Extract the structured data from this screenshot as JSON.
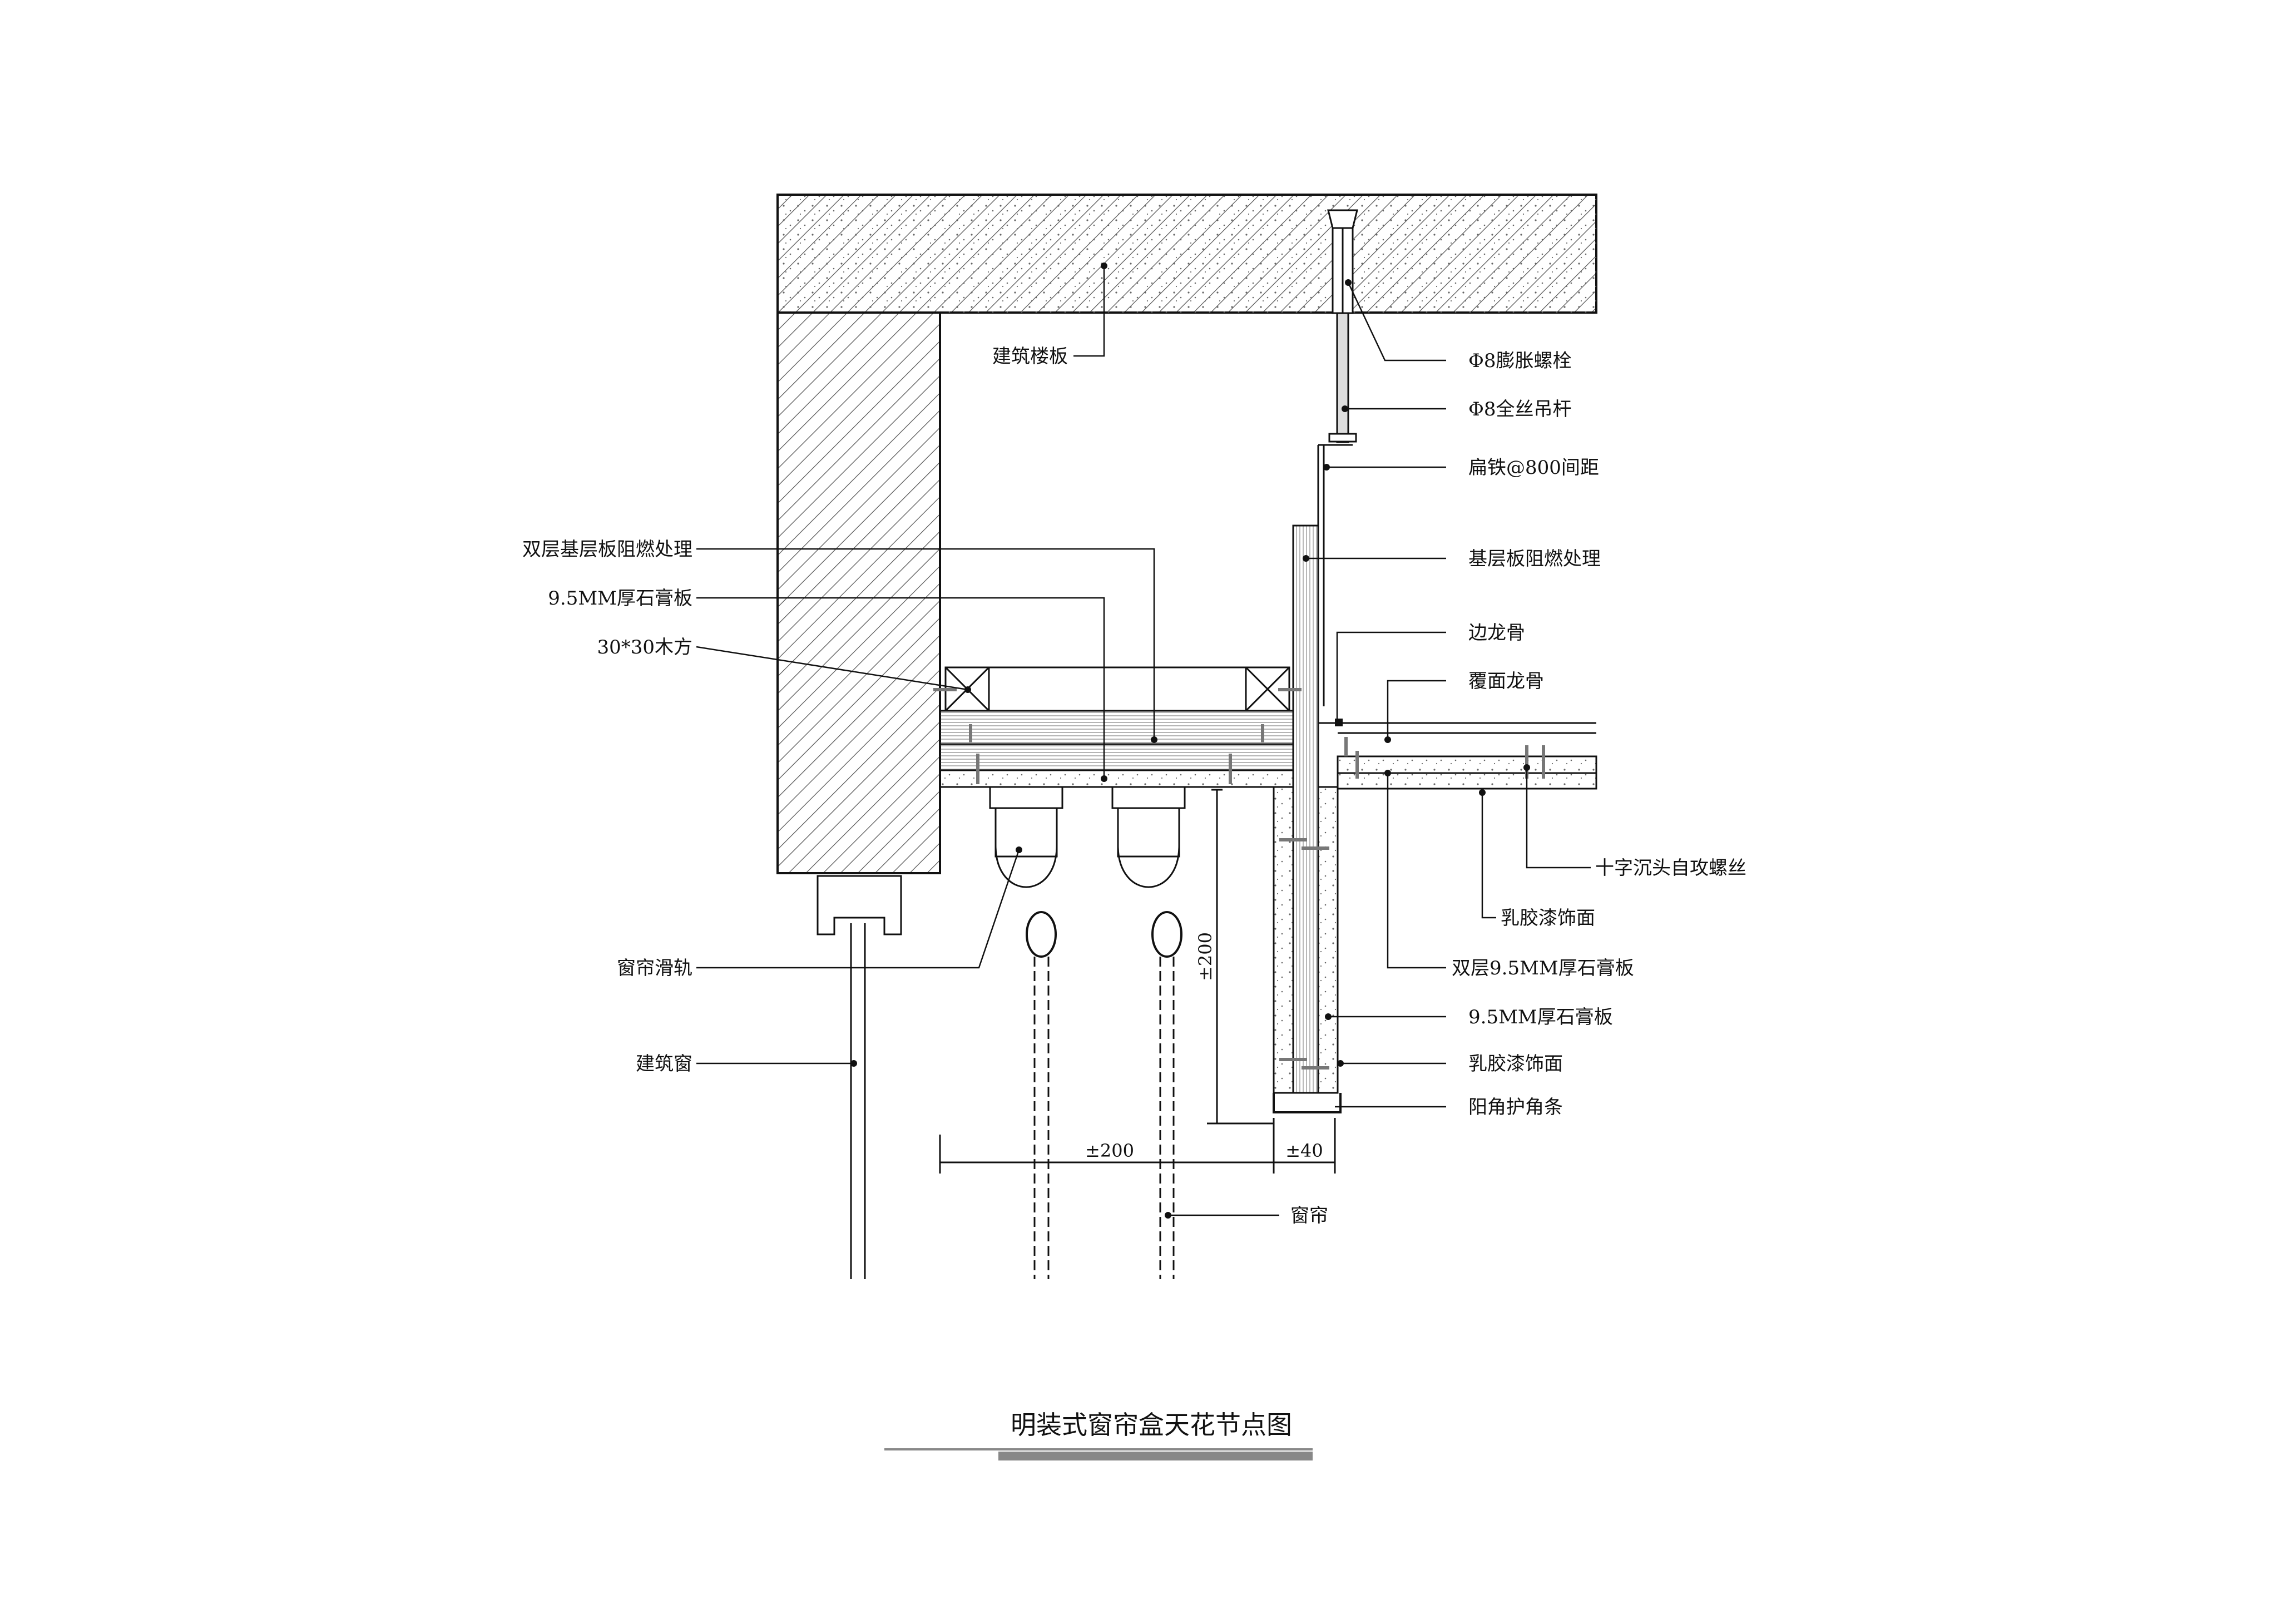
{
  "title": "明装式窗帘盒天花节点图",
  "labels": {
    "floor_slab": "建筑楼板",
    "expansion_bolt": "Φ8膨胀螺栓",
    "threaded_rod": "Φ8全丝吊杆",
    "flat_iron": "扁铁@800间距",
    "base_board_fireproof": "基层板阻燃处理",
    "edge_keel": "边龙骨",
    "cover_keel": "覆面龙骨",
    "double_base_board": "双层基层板阻燃处理",
    "gypsum_95": "9.5MM厚石膏板",
    "wood_square": "30*30木方",
    "countersunk_screw": "十字沉头自攻螺丝",
    "latex_paint_1": "乳胶漆饰面",
    "double_gypsum": "双层9.5MM厚石膏板",
    "gypsum_95_right": "9.5MM厚石膏板",
    "latex_paint_2": "乳胶漆饰面",
    "corner_guard": "阳角护角条",
    "curtain_track": "窗帘滑轨",
    "building_window": "建筑窗",
    "curtain": "窗帘"
  },
  "dimensions": {
    "depth": "±200",
    "height": "±200",
    "box_thickness": "±40"
  },
  "colors": {
    "line": "#111111",
    "hatch": "#555555",
    "title_bar": "#888888"
  }
}
